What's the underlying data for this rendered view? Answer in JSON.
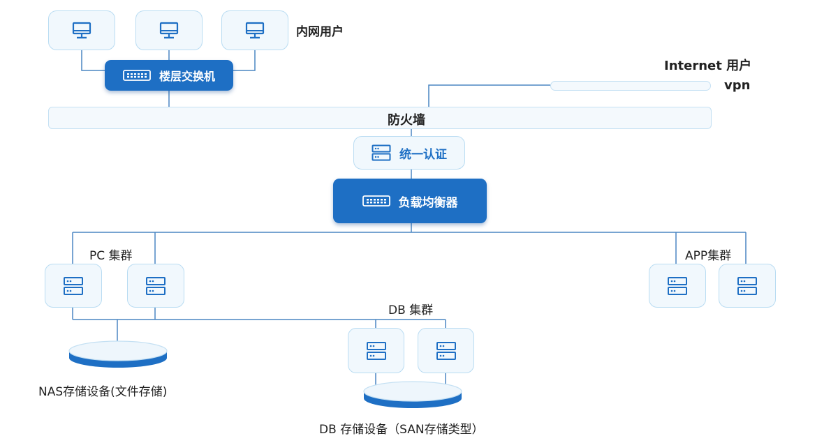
{
  "labels": {
    "intranet_users": "内网用户",
    "floor_switch": "楼层交换机",
    "internet_users": "Internet 用户",
    "vpn": "vpn",
    "firewall": "防火墙",
    "unified_auth": "统一认证",
    "load_balancer": "负载均衡器",
    "pc_cluster": "PC 集群",
    "app_cluster": "APP集群",
    "db_cluster": "DB 集群",
    "nas_storage": "NAS存储设备(文件存储)",
    "db_storage": "DB 存储设备（SAN存储类型）"
  },
  "colors": {
    "accent": "#1e6fc4",
    "node_fill": "#f1f8fd",
    "node_border": "#b9dcf2",
    "line": "#3a7fc4"
  }
}
